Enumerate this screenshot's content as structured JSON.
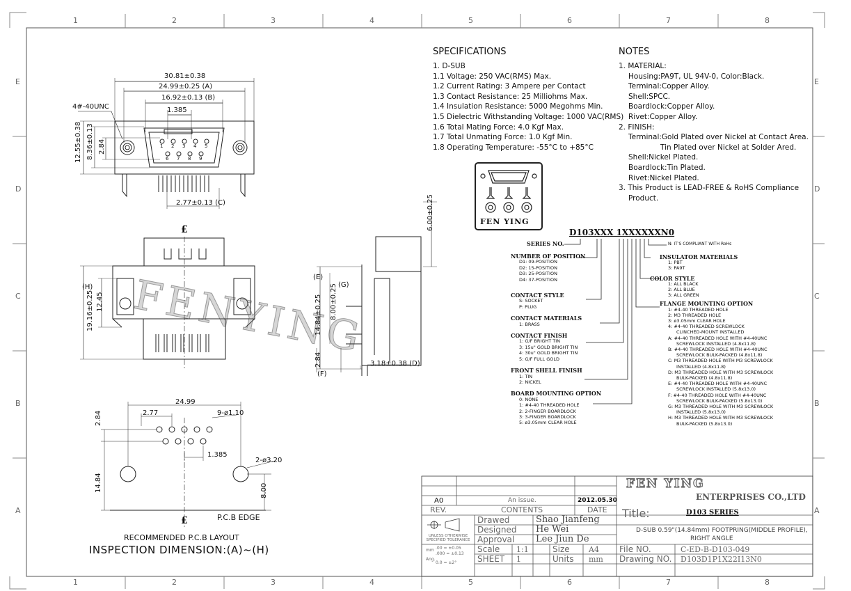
{
  "frame": {
    "cols": [
      "1",
      "2",
      "3",
      "4",
      "5",
      "6",
      "7",
      "8"
    ],
    "rows": [
      "E",
      "D",
      "C",
      "B",
      "A"
    ]
  },
  "specs": {
    "title": "SPECIFICATIONS",
    "lines": [
      "1. D-SUB",
      "1.1 Voltage: 250 VAC(RMS) Max.",
      "1.2 Current Rating: 3 Ampere per Contact",
      "1.3 Contact Resistance: 25 Milliohms Max.",
      "1.4 Insulation Resistance: 5000 Megohms Min.",
      "1.5 Dielectric Withstanding Voltage: 1000 VAC(RMS)",
      "1.6 Total Mating Force: 4.0 Kgf Max.",
      "1.7 Total Unmating Force: 1.0 Kgf Min.",
      "1.8 Operating Temperature: -55°C to +85°C"
    ]
  },
  "notes": {
    "title": "NOTES",
    "lines": [
      "1. MATERIAL:",
      "Housing:PA9T, UL 94V-0, Color:Black.",
      "Terminal:Copper Alloy.",
      "Shell:SPCC.",
      "Boardlock:Copper Alloy.",
      "Rivet:Copper Alloy.",
      "2. FINISH:",
      "Terminal:Gold Plated over Nickel at Contact Area.",
      "Tin Plated over Nickel at Solder Ared.",
      "Shell:Nickel Plated.",
      "Boardlock:Tin Plated.",
      "Rivet:Nickel Plated.",
      "3. This Product is LEAD-FREE & RoHS Compliance",
      "Product."
    ]
  },
  "logo": {
    "text": "FEN YING"
  },
  "watermark": "FENYING",
  "dims_top": {
    "d1": "30.81±0.38",
    "d2": "24.99±0.25 (A)",
    "d3": "16.92±0.13 (B)",
    "d4": "1.385",
    "unc": "4#-40UNC",
    "h1": "12.55±0.38",
    "h2": "8.36±0.13",
    "h3": "2.84",
    "d5": "2.77±0.13 (C)",
    "pins_top": [
      "1",
      "2",
      "3",
      "4",
      "5"
    ],
    "pins_bot": [
      "6",
      "7",
      "8",
      "9"
    ]
  },
  "dims_mid": {
    "cl": "£",
    "h_label": "(H)",
    "v1": "19.16±0.25",
    "v2": "12.45"
  },
  "dims_side": {
    "s1": "6.00±0.25",
    "e": "(E)",
    "g": "(G)",
    "f": "(F)",
    "s2": "14.84±0.25",
    "s3": "8.00±0.25",
    "s4": "2.84",
    "s5": "3.18±0.38 (D)"
  },
  "pcb": {
    "w": "24.99",
    "p1": "2.77",
    "p2": "9-ø1.10",
    "p3": "2.84",
    "p4": "1.385",
    "p5": "2-ø3.20",
    "p6": "14.84",
    "p7": "8.00",
    "edge": "P.C.B EDGE",
    "cl": "£",
    "layout": "RECOMMENDED P.C.B LAYOUT",
    "inspection": "INSPECTION DIMENSION:(A)~(H)"
  },
  "partnum": {
    "code": "D103XXX 1XXXXXXN0",
    "series": "SERIES NO.",
    "rohs": "N: IT'S COMPLIANT WITH RoHs",
    "left": [
      {
        "head": "NUMBER OF POSITION",
        "items": [
          "D1: 09-POSITION",
          "D2: 15-POSITION",
          "D3: 25-POSITION",
          "D4: 37-POSITION"
        ]
      },
      {
        "head": "CONTACT STYLE",
        "items": [
          "S: SOCKET",
          "P: PLUG"
        ]
      },
      {
        "head": "CONTACT MATERIALS",
        "items": [
          "1: BRASS"
        ]
      },
      {
        "head": "CONTACT FINISH",
        "items": [
          "1: G/F BRIGHT TIN",
          "3: 15u\" GOLD BRIGHT TIN",
          "4: 30u\" GOLD BRIGHT TIN",
          "5: G/F FULL GOLD"
        ]
      },
      {
        "head": "FRONT SHELL FINISH",
        "items": [
          "1: TIN",
          "2: NICKEL"
        ]
      },
      {
        "head": "BOARD MOUNTING OPTION",
        "items": [
          "0: NONE",
          "1: #4-40 THREADED HOLE",
          "2: 2-FINGER BOARDLOCK",
          "3: 3-FINGER BOARDLOCK",
          "5: ø3.05mm CLEAR HOLE"
        ]
      }
    ],
    "right": [
      {
        "head": "INSULATOR MATERIALS",
        "items": [
          "1: PBT",
          "3: PA9T"
        ]
      },
      {
        "head": "COLOR STYLE",
        "items": [
          "1: ALL BLACK",
          "2: ALL BLUE",
          "3: ALL GREEN"
        ]
      },
      {
        "head": "FLANGE MOUNTING OPTION",
        "items": [
          "1: #4-40 THREADED HOLE",
          "2: M3 THREADED HOLE",
          "3: ø3.05mm CLEAR HOLE",
          "4: #4-40 THREADED SCREWLOCK",
          "CLINCHED-MOUNT INSTALLED",
          "A: #4-40 THREADED HOLE WITH #4-40UNC",
          "SCREWLOCK INSTALLED (4.8x11.8)",
          "B: #4-40 THREADED HOLE WITH #4-40UNC",
          "SCREWLOCK BULK-PACKED (4.8x11.8)",
          "C: M3 THREADED HOLE WITH M3 SCREWLOCK",
          "INSTALLED (4.8x11.8)",
          "D: M3 THREADED HOLE WITH M3 SCREWLOCK",
          "BULK-PACKED (4.8x11.8)",
          "E: #4-40 THREADED HOLE WITH #4-40UNC",
          "SCREWLOCK INSTALLED (5.8x13.0)",
          "F: #4-40 THREADED HOLE WITH #4-40UNC",
          "SCREWLOCK BULK-PACKED (5.8x13.0)",
          "G: M3 THREADED HOLE WITH M3 SCREWLOCK",
          "INSTALLED (5.8x13.0)",
          "H: M3 THREADED HOLE WITH M3 SCREWLOCK",
          "BULK-PACKED (5.8x13.0)"
        ]
      }
    ]
  },
  "titleblock": {
    "rev_row": {
      "rev": "A0",
      "content": "An issue.",
      "date": "2012.05.30"
    },
    "hdr": {
      "rev": "REV.",
      "content": "CONTENTS",
      "date": "DATE"
    },
    "tol_label": "UNLESS OTHERWISE SPECIFIED TOLERANCE",
    "tol1": ".00 = ±0.05",
    "tol2": ".000 = ±0.13",
    "tol3": "0.0 = ±2°",
    "tol_mm": "mm",
    "tol_ang": "Ang.",
    "drawed_l": "Drawed",
    "drawed_v": "Shao Jianfeng",
    "designed_l": "Designed",
    "designed_v": "He Wei",
    "approval_l": "Approval",
    "approval_v": "Lee Jiun De",
    "scale_l": "Scale",
    "scale_v": "1:1",
    "size_l": "Size",
    "size_v": "A4",
    "sheet_l": "SHEET",
    "sheet_v": "1",
    "units_l": "Units",
    "units_v": "mm",
    "company1": "FEN YING",
    "company2": "ENTERPRISES CO.,LTD",
    "title_l": "Title:",
    "title_v": "D103 SERIES",
    "desc1": "D-SUB 0.59\"(14.84mm) FOOTPRING(MIDDLE PROFILE),",
    "desc2": "RIGHT ANGLE",
    "fileno_l": "File NO.",
    "fileno_v": "C-ED-B-D103-049",
    "drawno_l": "Drawing NO.",
    "drawno_v": "D103D1P1X22I13N0"
  }
}
